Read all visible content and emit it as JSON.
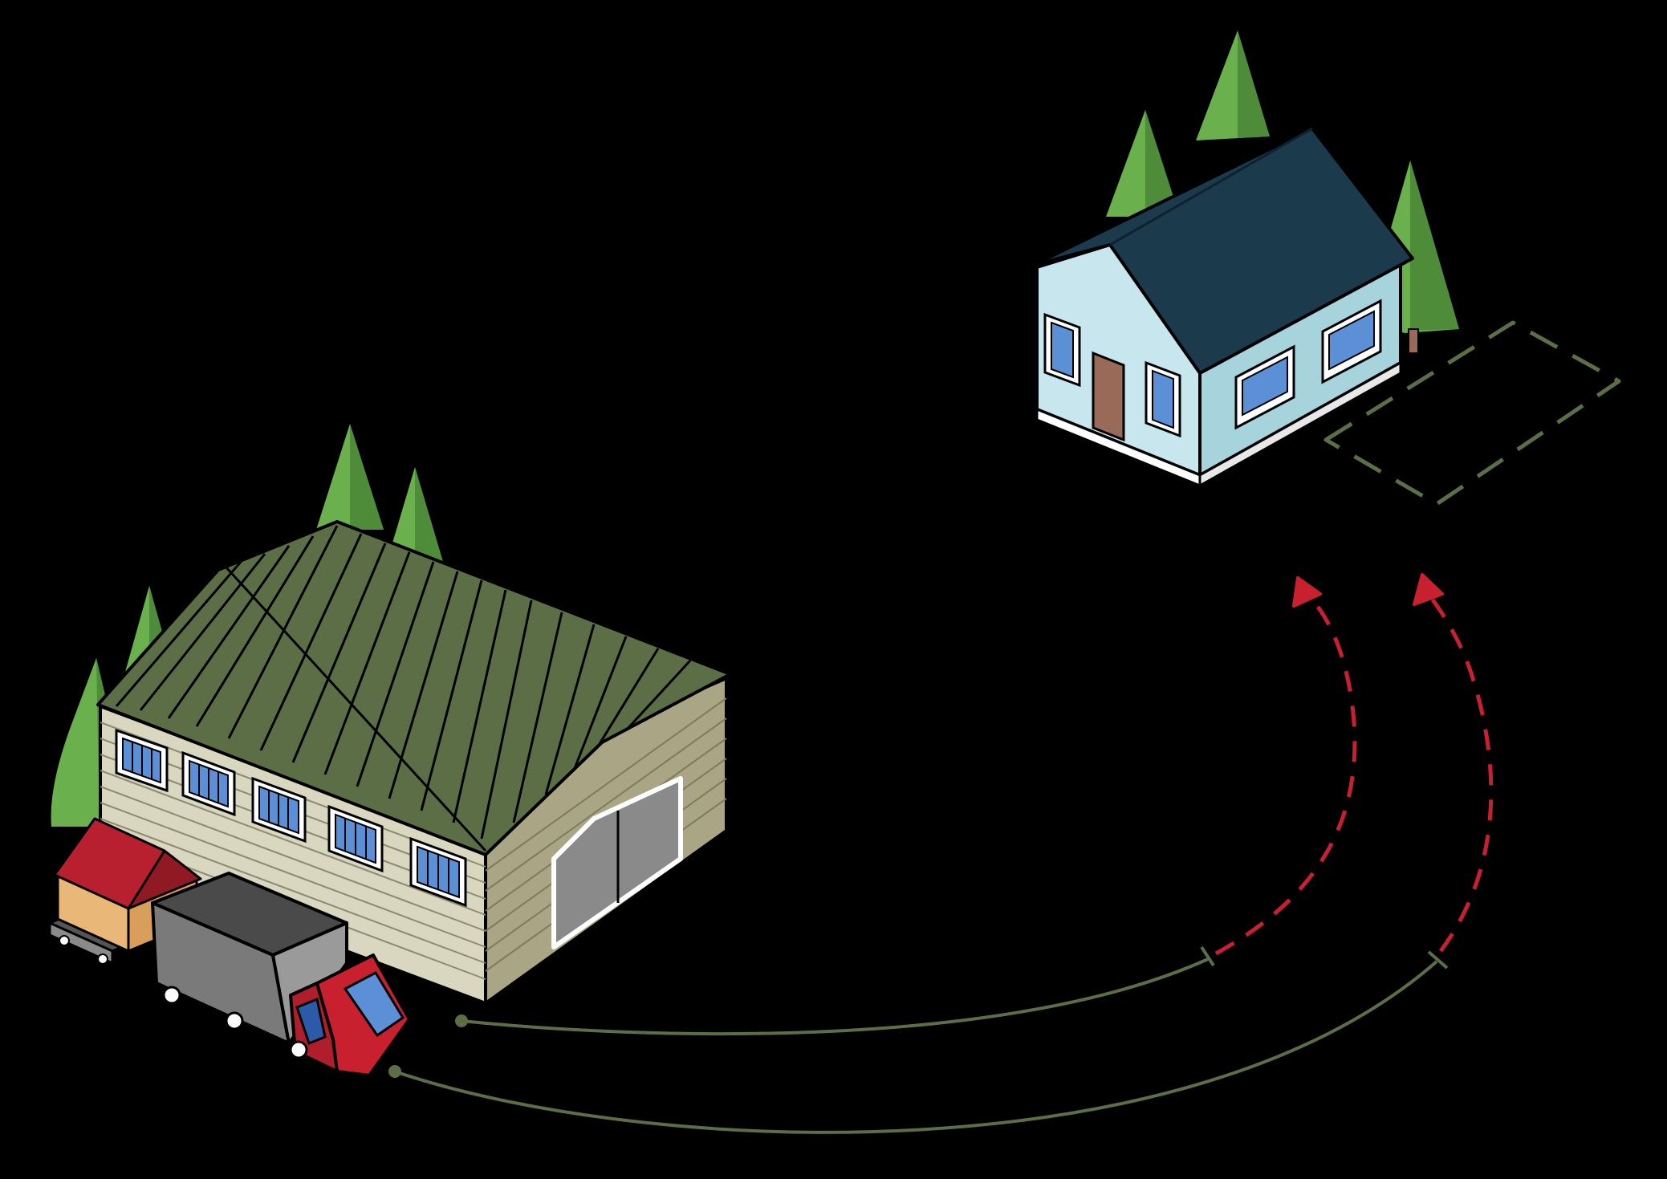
{
  "scene": {
    "background": "#000000",
    "icons": [
      "warehouse-icon",
      "house-icon",
      "delivery-truck-icon",
      "tree-icon",
      "parking-spot-icon"
    ]
  },
  "palette": {
    "tree_light": "#6ab04c",
    "tree_dark": "#4e8c3a",
    "warehouse_roof": "#5c6e45",
    "warehouse_wall_front": "#d9d7c0",
    "warehouse_wall_side": "#a9a585",
    "window_blue": "#5b8fd6",
    "garage_door": "#8a8a8a",
    "shed_roof": "#b8202f",
    "shed_wall": "#e9b878",
    "truck_cargo_top": "#4a4a4a",
    "truck_cargo_side": "#7a7a7a",
    "truck_cargo_front": "#9a9a9a",
    "truck_cab": "#b01e2c",
    "house_roof": "#1b3a4c",
    "house_wall_front": "#c8e6ee",
    "house_wall_side": "#a6d3dc",
    "house_door": "#9a6a58",
    "route_solid": "#5c6e45",
    "route_dashed": "#c8202f",
    "parking_outline": "#5c6e45"
  },
  "routes": [
    {
      "from": "warehouse",
      "to": "house",
      "segment_1": "solid",
      "segment_2": "dashed"
    },
    {
      "from": "delivery-truck",
      "to": "house",
      "segment_1": "solid",
      "segment_2": "dashed"
    }
  ]
}
